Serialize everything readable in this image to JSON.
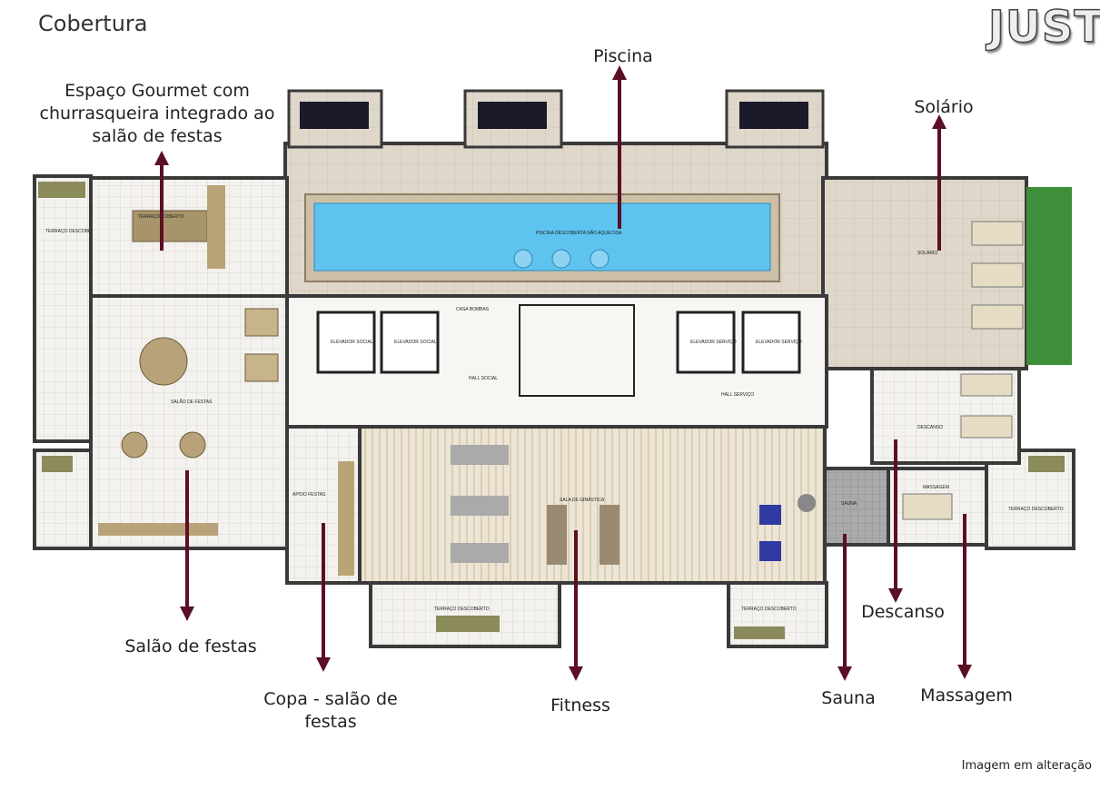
{
  "header": {
    "title": "Cobertura",
    "logo_text": "JUST"
  },
  "labels": {
    "gourmet": "Espaço Gourmet com churrasqueira  integrado ao salão de festas",
    "piscina": "Piscina",
    "solario": "Solário",
    "salao_festas": "Salão de festas",
    "copa": "Copa - salão de festas",
    "fitness": "Fitness",
    "descanso": "Descanso",
    "sauna": "Sauna",
    "massagem": "Massagem"
  },
  "plan_labels": {
    "terraco_coberto": "TERRAÇO COBERTO",
    "terraco_descoberto": "TERRAÇO DESCOBERTO",
    "piscina": "PISCINA DESCOBERTA NÃO AQUECIDA",
    "solario": "SOLÁRIO",
    "elevador_social": "ELEVADOR SOCIAL",
    "elevador_servico": "ELEVADOR SERVIÇO",
    "casa_bombas": "CASA BOMBAS",
    "hall_social": "HALL SOCIAL",
    "hall_servico": "HALL SERVIÇO",
    "salao_festas": "SALÃO DE FESTAS",
    "apoio_festas": "APOIO FESTAS",
    "sala_ginastica": "SALA DE GINÁSTICA",
    "descanso": "DESCANSO",
    "sauna": "SAUNA",
    "massagem": "MASSAGEM"
  },
  "footer": {
    "note": "Imagem em alteração"
  },
  "colors": {
    "arrow": "#5b0f24",
    "pool": "#5ec3ef",
    "floor": "#dcd3c5",
    "wall": "#3a3a3a"
  }
}
